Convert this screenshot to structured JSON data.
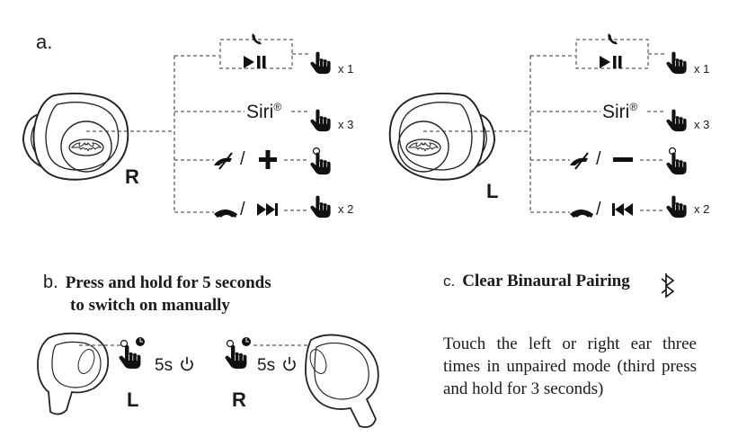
{
  "section_a": {
    "label": "a.",
    "right_ear": {
      "letter": "R",
      "siri": "Siri",
      "registered": "®",
      "counts": [
        "x 1",
        "x 3",
        "x 2"
      ]
    },
    "left_ear": {
      "letter": "L",
      "siri": "Siri",
      "registered": "®",
      "counts": [
        "x 1",
        "x 3",
        "x 2"
      ]
    },
    "slash": "/"
  },
  "section_b": {
    "label": "b.",
    "line1": "Press and hold for 5 seconds",
    "line2": "to switch on manually",
    "left_time": "5s",
    "right_time": "5s",
    "left_letter": "L",
    "right_letter": "R"
  },
  "section_c": {
    "label": "c.",
    "title": "Clear Binaural Pairing",
    "description": "Touch the left or right ear three times in unpaired mode (third press and hold for 3 seconds)"
  },
  "icons": [
    "phone-icon",
    "play-pause-icon",
    "hand-tap-icon",
    "mute-icon",
    "volume-up-icon",
    "volume-down-icon",
    "hang-up-icon",
    "next-track-icon",
    "previous-track-icon",
    "power-icon",
    "timer-icon",
    "bluetooth-icon",
    "batman-logo-icon"
  ]
}
